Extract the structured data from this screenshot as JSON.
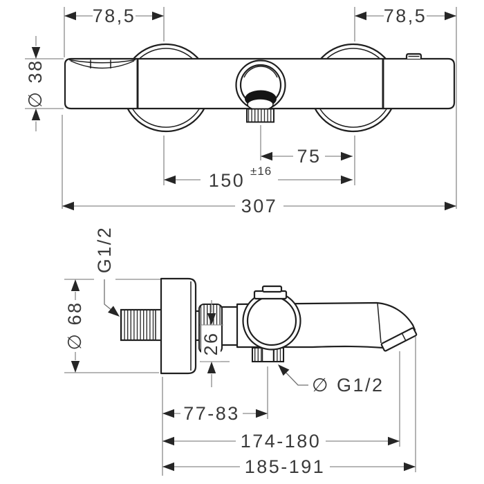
{
  "top_view": {
    "width_left": "78,5",
    "width_right": "78,5",
    "outlet_to_center": "75",
    "centers_distance": "150",
    "centers_tolerance": "±16",
    "total_width": "307",
    "body_diameter": "∅ 38"
  },
  "side_view": {
    "supply_thread": "G1/2",
    "escutcheon_diameter": "∅ 68",
    "axis_to_outlet_drop": "26",
    "outlet_thread": "∅ G1/2",
    "wall_to_outlet": "77-83",
    "wall_to_spout_aerator": "174-180",
    "wall_to_spout_tip": "185-191"
  },
  "colors": {
    "background": "#ffffff",
    "object_line": "#1f1f1f",
    "dimension_line": "#8a8a8a",
    "text": "#3a3a3a"
  }
}
